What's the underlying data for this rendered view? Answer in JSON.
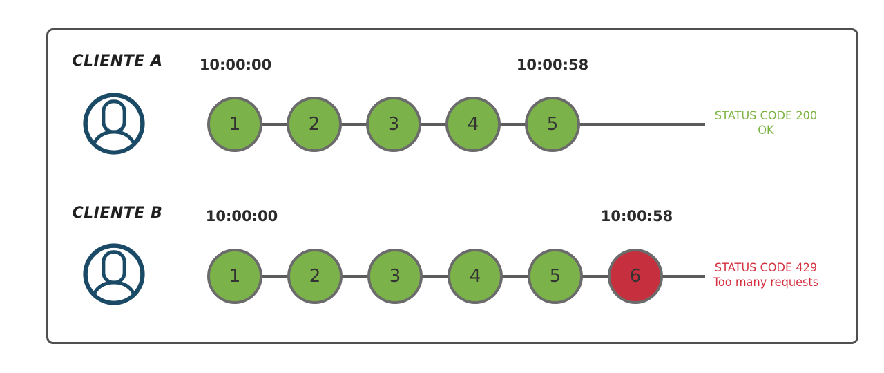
{
  "colors": {
    "ok": "#7cb24a",
    "err": "#c62f3e",
    "okText": "#7cb342",
    "errText": "#d32f3f",
    "ring": "#6b6b6b",
    "line": "#5c5c5c",
    "frame": "#4f4f4f",
    "avatar": "#1b4a67",
    "text": "#2b2b2b"
  },
  "rows": [
    {
      "client": "CLIENTE A",
      "start_time": "10:00:00",
      "end_time": "10:00:58",
      "circles": [
        "1",
        "2",
        "3",
        "4",
        "5"
      ],
      "status": {
        "line1": "STATUS CODE 200",
        "line2": "OK"
      }
    },
    {
      "client": "CLIENTE B",
      "start_time": "10:00:00",
      "end_time": "10:00:58",
      "circles": [
        "1",
        "2",
        "3",
        "4",
        "5",
        "6"
      ],
      "status": {
        "line1": "STATUS CODE 429",
        "line2": "Too many requests"
      }
    }
  ]
}
